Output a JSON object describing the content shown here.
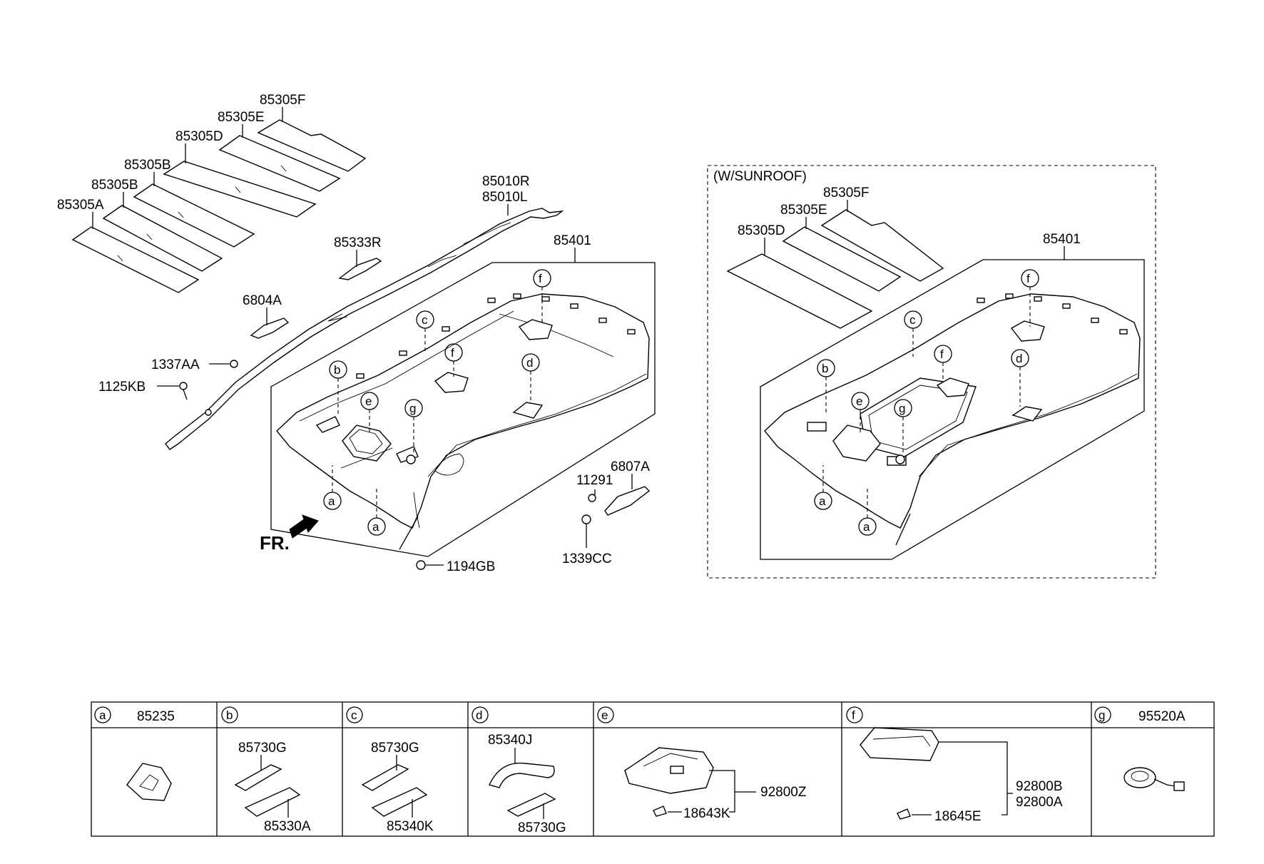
{
  "left_group": {
    "pads": [
      "85305A",
      "85305B",
      "85305B",
      "85305D",
      "85305E",
      "85305F"
    ],
    "airbag_right": "85010R",
    "airbag_left": "85010L",
    "bracket_top": "85333R",
    "bracket_mid": "6804A",
    "bolt_a": "1337AA",
    "bolt_b": "1125KB",
    "headlining": "85401",
    "clip_bottom": "1194GB",
    "fastener_a": "11291",
    "bracket_right": "6807A",
    "nut": "1339CC",
    "front_label": "FR."
  },
  "sunroof_group": {
    "title": "(W/SUNROOF)",
    "pad_d": "85305D",
    "pad_e": "85305E",
    "pad_f": "85305F",
    "headlining": "85401"
  },
  "callouts": {
    "a": "a",
    "b": "b",
    "c": "c",
    "d": "d",
    "e": "e",
    "f": "f",
    "g": "g"
  },
  "table": {
    "cells": [
      {
        "letter": "a",
        "header": "85235",
        "parts": []
      },
      {
        "letter": "b",
        "header": "",
        "parts": [
          "85730G",
          "85330A"
        ]
      },
      {
        "letter": "c",
        "header": "",
        "parts": [
          "85730G",
          "85340K"
        ]
      },
      {
        "letter": "d",
        "header": "",
        "parts": [
          "85340J",
          "85730G"
        ]
      },
      {
        "letter": "e",
        "header": "",
        "parts": [
          "92800Z",
          "18643K"
        ]
      },
      {
        "letter": "f",
        "header": "",
        "parts": [
          "92800B",
          "92800A",
          "18645E"
        ]
      },
      {
        "letter": "g",
        "header": "95520A",
        "parts": []
      }
    ]
  }
}
